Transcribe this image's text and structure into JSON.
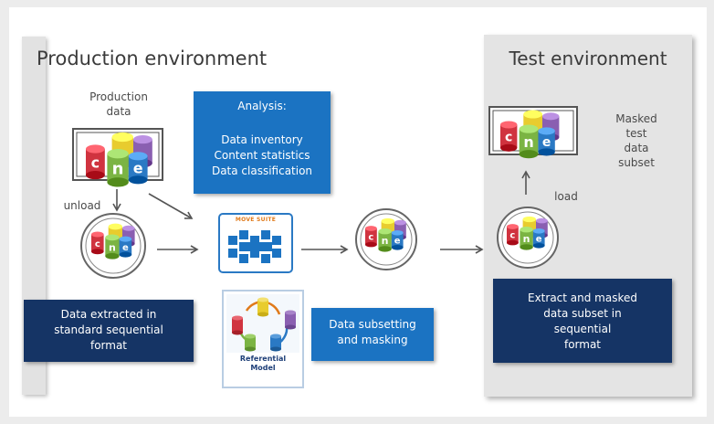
{
  "production": {
    "title": "Production environment",
    "data_label": "Production\ndata",
    "unload_label": "unload"
  },
  "analysis": {
    "heading": "Analysis:",
    "lines": [
      "Data inventory",
      "Content statistics",
      "Data classification"
    ]
  },
  "extracted_box": {
    "text": "Data extracted in\nstandard sequential\nformat"
  },
  "subsetting_box": {
    "text": "Data subsetting\nand masking"
  },
  "referential_model": {
    "label": "Referential\nModel"
  },
  "engine_chip": {
    "label": "MOVE SUITE"
  },
  "test": {
    "title": "Test environment",
    "masked_label": "Masked\ntest\ndata\nsubset",
    "load_label": "load",
    "box_text": "Extract and masked\ndata subset in\nsequential\nformat"
  },
  "db_letters": [
    "c",
    "n",
    "e"
  ],
  "colors": {
    "dark_blue": "#153465",
    "mid_blue": "#1b73c2",
    "cyl_red": "#d0333f",
    "cyl_yellow": "#e8cc2e",
    "cyl_green": "#7bb443",
    "cyl_purple": "#8a5fb1",
    "cyl_blue": "#2a79c4"
  }
}
